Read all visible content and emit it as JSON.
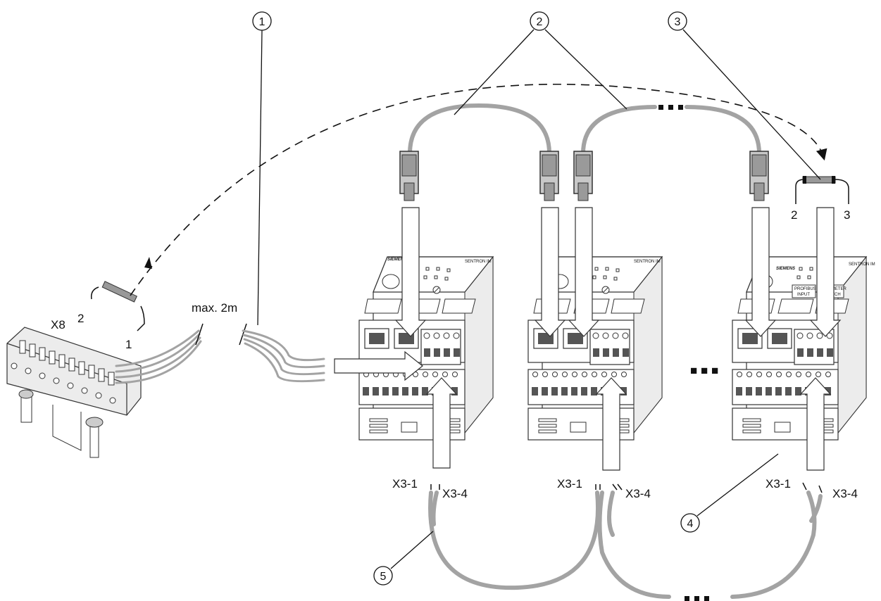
{
  "callouts": [
    {
      "number": "1"
    },
    {
      "number": "2"
    },
    {
      "number": "3"
    },
    {
      "number": "4"
    },
    {
      "number": "5"
    }
  ],
  "labels": {
    "connector_x8": "X8",
    "bridge_left_pin_2": "2",
    "bridge_left_pin_1": "1",
    "max_length": "max. 2m",
    "bridge_right_pin_2": "2",
    "bridge_right_pin_3": "3",
    "terminals": [
      {
        "a": "X3-1",
        "b": "X3-4"
      },
      {
        "a": "X3-1",
        "b": "X3-4"
      },
      {
        "a": "X3-1",
        "b": "X3-4"
      }
    ],
    "ellipsis_middle": "■ ■ ■",
    "ellipsis_top": "■ ■ ■",
    "ellipsis_bottom": "■ ■ ■"
  },
  "device_text": {
    "brand": "SIEMENS",
    "model": "SENTRON IM",
    "label_profibus": "PROFIBUS INPUT",
    "label_parameter": "PARAMETER SWITCH"
  },
  "colors": {
    "cable": "#a3a3a3",
    "outline": "#333333",
    "shade": "#ececec"
  }
}
